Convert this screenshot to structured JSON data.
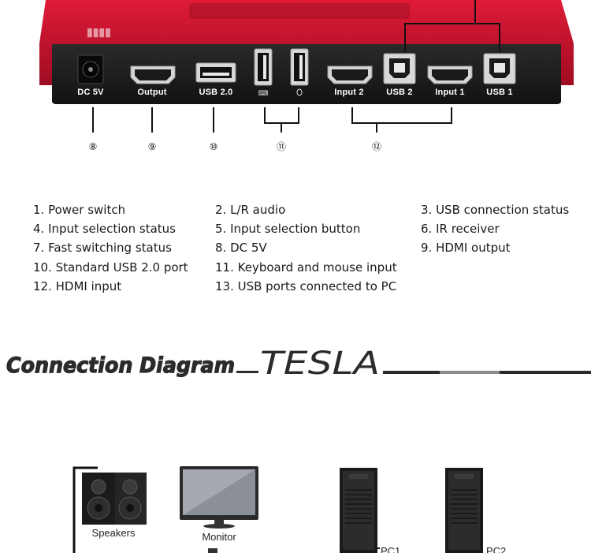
{
  "device_panel": {
    "ports": [
      {
        "label": "DC 5V"
      },
      {
        "label": "Output"
      },
      {
        "label": "USB 2.0"
      },
      {
        "label": ""
      },
      {
        "label": ""
      },
      {
        "label": "Input 2"
      },
      {
        "label": "USB 2"
      },
      {
        "label": "Input 1"
      },
      {
        "label": "USB 1"
      }
    ],
    "callouts": [
      "⑧",
      "⑨",
      "⑩",
      "⑪",
      "⑫"
    ]
  },
  "legend": [
    "1. Power switch",
    "2.  L/R audio",
    "3.  USB connection status",
    "4. Input selection status",
    "5. Input selection button",
    "6. IR receiver",
    "7. Fast switching status",
    "8. DC 5V",
    "9. HDMI output",
    "10. Standard USB 2.0 port",
    "11. Keyboard and mouse input",
    "12. HDMI input",
    "13. USB ports connected to PC"
  ],
  "section_heading": {
    "title": "Connection Diagram",
    "brand": "TESLA"
  },
  "connection_diagram": {
    "devices": [
      {
        "label": "Speakers"
      },
      {
        "label": "Monitor"
      },
      {
        "label": "PC1"
      },
      {
        "label": "PC2"
      }
    ]
  },
  "colors": {
    "device_red": "#c8102e",
    "panel_black": "#1e1e1e",
    "port_silver": "#d8d8d8",
    "heading_fill": "#2b2b2b",
    "accent_gray": "#8a8a8a"
  }
}
